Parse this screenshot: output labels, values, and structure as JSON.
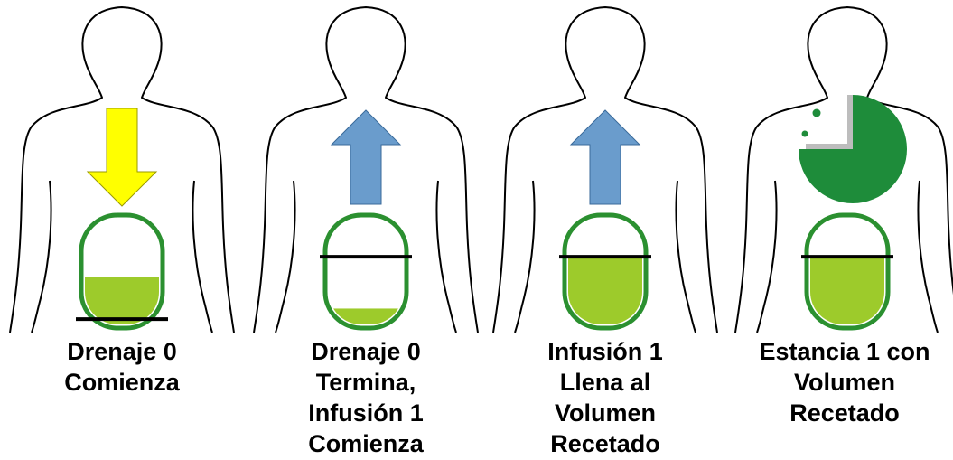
{
  "colors": {
    "outline": "#000000",
    "container_border": "#2b9030",
    "fluid": "#9dcb2b",
    "drain_arrow": "#ffff00",
    "drain_arrow_stroke": "#9a9a00",
    "infuse_arrow": "#6a9ccc",
    "infuse_arrow_stroke": "#3a6a9a",
    "clock": "#1e8c3a",
    "clock_hand": "#bdbdbd"
  },
  "panels": [
    {
      "arrow": "down",
      "fill_level": 0.45,
      "marker_level": 0.05,
      "icon": "drain-arrow-icon",
      "caption": [
        "Drenaje 0",
        "Comienza"
      ]
    },
    {
      "arrow": "up",
      "fill_level": 0.15,
      "marker_level": 0.64,
      "icon": "infuse-arrow-icon",
      "caption": [
        "Drenaje 0",
        "Termina,",
        "Infusión 1",
        "Comienza"
      ]
    },
    {
      "arrow": "up",
      "fill_level": 0.64,
      "marker_level": 0.64,
      "icon": "infuse-arrow-icon",
      "caption": [
        "Infusión 1",
        "Llena al",
        "Volumen",
        "Recetado"
      ]
    },
    {
      "arrow": "clock",
      "fill_level": 0.64,
      "marker_level": 0.64,
      "icon": "clock-icon",
      "caption": [
        "Estancia 1 con",
        "Volumen",
        "Recetado"
      ]
    }
  ]
}
